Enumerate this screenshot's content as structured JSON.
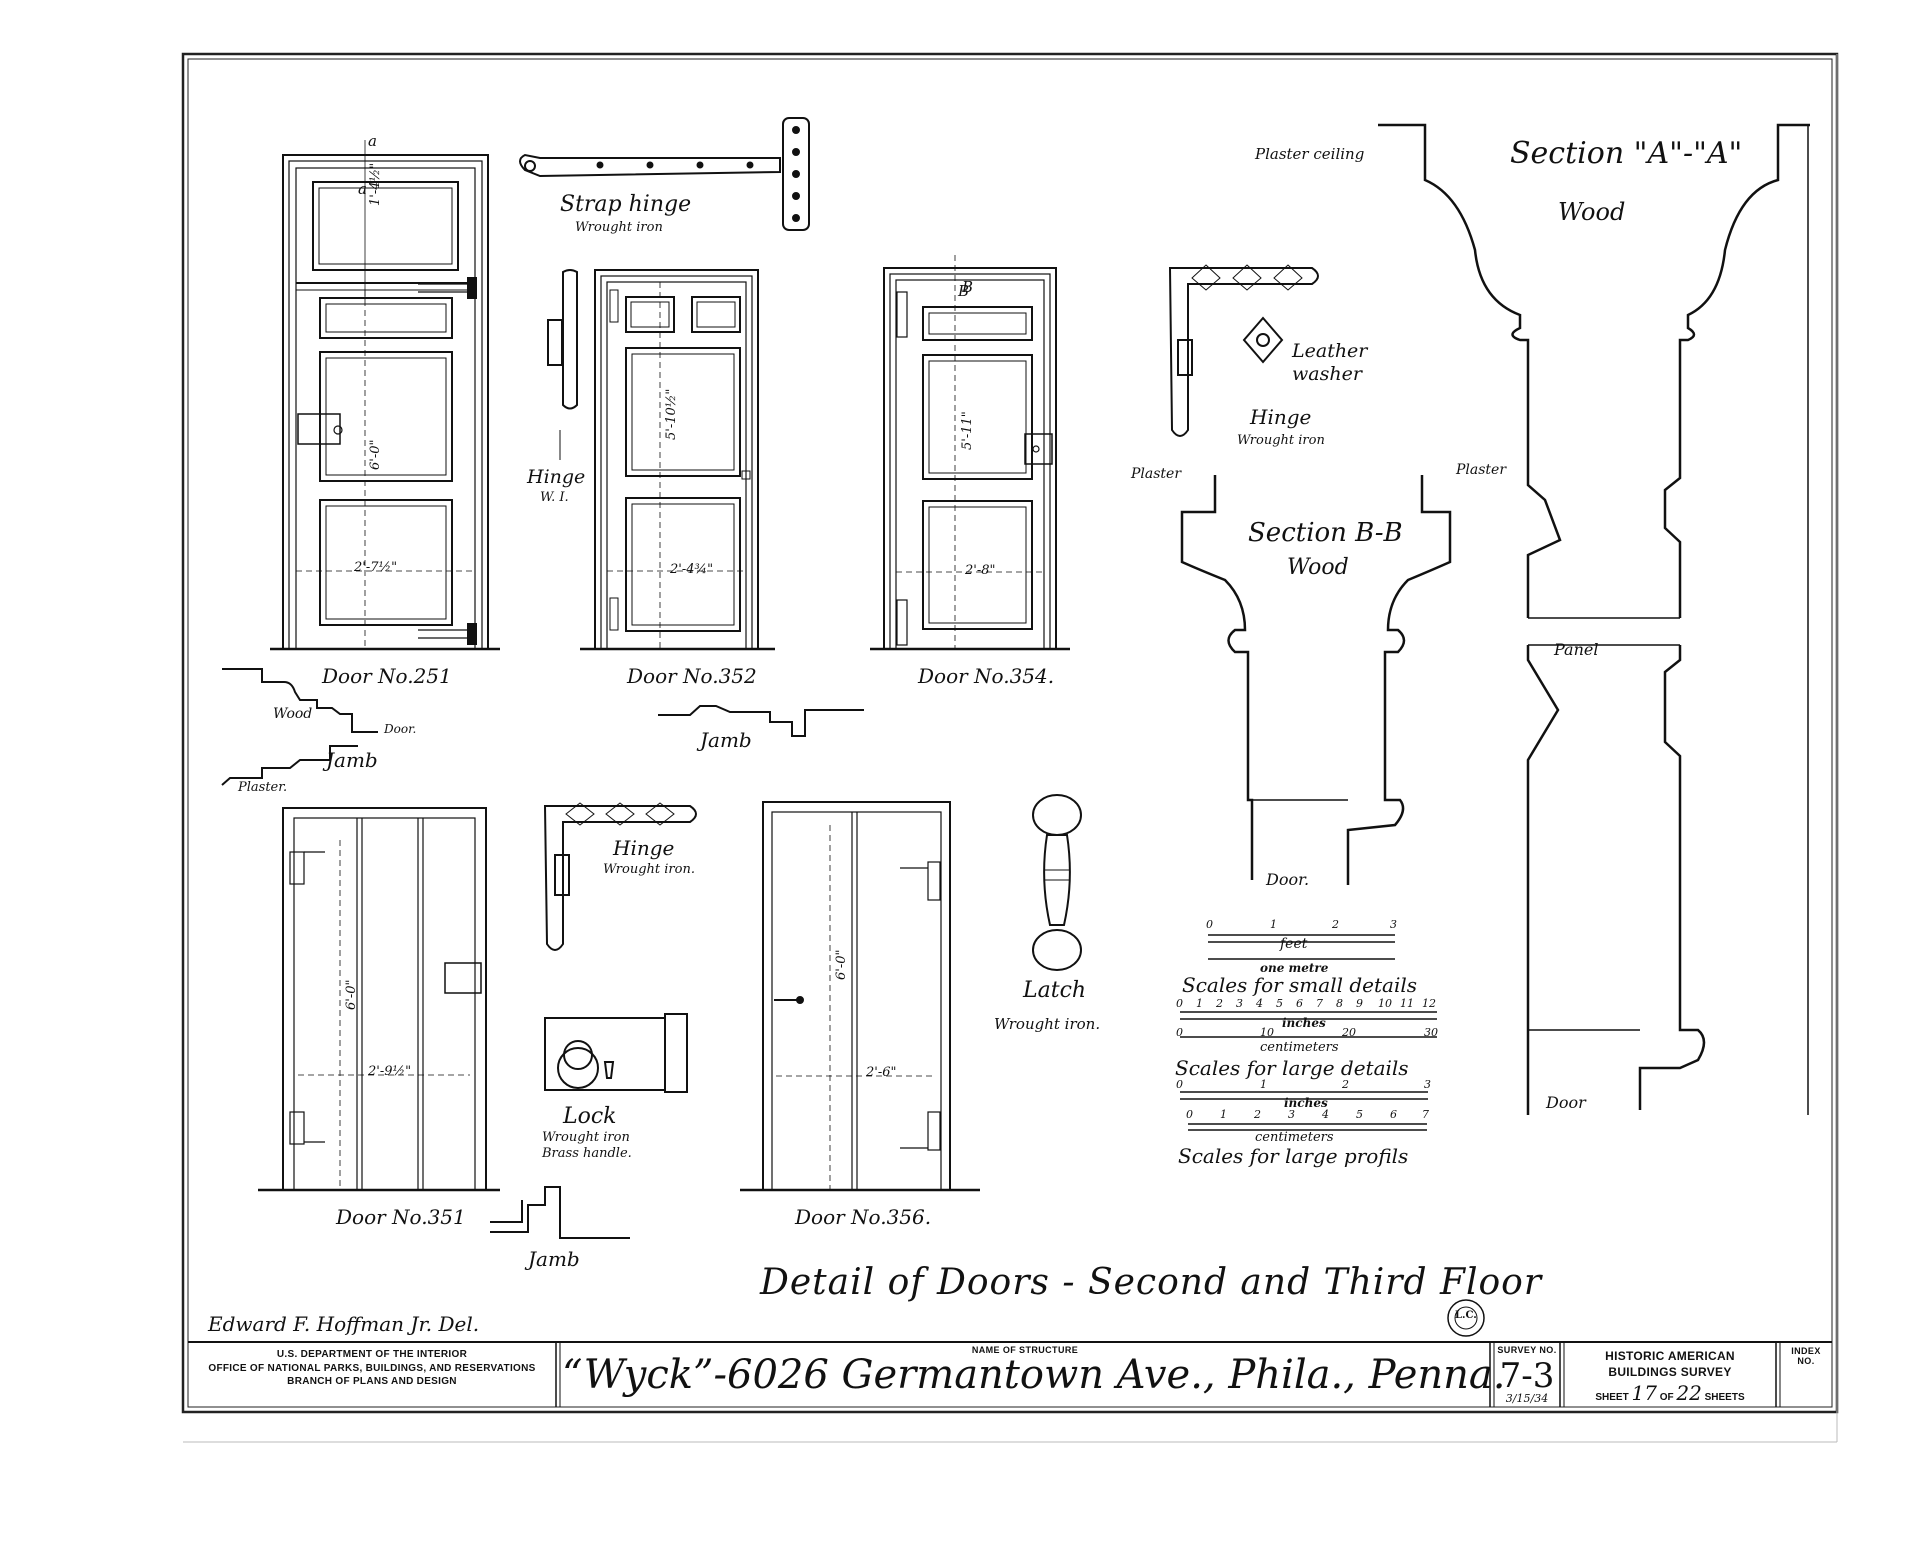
{
  "title_block": {
    "department": [
      "U.S. DEPARTMENT OF THE INTERIOR",
      "OFFICE OF NATIONAL PARKS, BUILDINGS, AND RESERVATIONS",
      "BRANCH OF PLANS AND DESIGN"
    ],
    "name_of_structure_label": "NAME OF STRUCTURE",
    "structure_name": "“Wyck”-6026 Germantown Ave., Phila., Penna.",
    "survey_no_label": "SURVEY NO.",
    "survey_no": "7-3",
    "date": "3/15/34",
    "survey_title": [
      "HISTORIC AMERICAN",
      "BUILDINGS SURVEY"
    ],
    "sheet_prefix": "SHEET",
    "sheet_no": "17",
    "sheet_of": "OF",
    "sheet_total": "22",
    "sheet_suffix": "SHEETS",
    "index_no_label": "INDEX NO."
  },
  "drawing_title": "Detail of Doors - Second and Third Floor",
  "delineator": "Edward F. Hoffman Jr. Del.",
  "stamp": "L.C.",
  "doors": [
    {
      "label": "Door No.251",
      "width": "2'-7½\"",
      "height": "6'-0\"",
      "transom": "1'-4½\""
    },
    {
      "label": "Door No.352",
      "width": "2'-4¾\"",
      "height": "5'-10½\""
    },
    {
      "label": "Door No.354.",
      "width": "2'-8\"",
      "height": "5'-11\""
    },
    {
      "label": "Door No.351",
      "width": "2'-9½\"",
      "height": "6'-0\""
    },
    {
      "label": "Door No.356.",
      "width": "2'-6\"",
      "height": "6'-0\""
    }
  ],
  "section_marks": {
    "a_top": "a",
    "a_low": "a",
    "b_top": "B",
    "b_low": "B"
  },
  "hardware": {
    "strap_hinge": "Strap hinge",
    "strap_hinge_material": "Wrought iron",
    "hinge_wi": "Hinge",
    "hinge_wi_note": "W. I.",
    "leather_washer": "Leather",
    "leather_washer_2": "washer",
    "hinge_upper": "Hinge",
    "hinge_upper_material": "Wrought iron",
    "hinge_lower": "Hinge",
    "hinge_lower_material": "Wrought iron.",
    "lock": "Lock",
    "lock_material": "Wrought iron",
    "lock_handle": "Brass handle.",
    "latch": "Latch",
    "latch_material": "Wrought iron."
  },
  "profiles": {
    "wood": "Wood",
    "door": "Door.",
    "jamb": "Jamb",
    "plaster": "Plaster.",
    "jamb_352": "Jamb",
    "jamb_351": "Jamb"
  },
  "sections": {
    "aa_title": "Section \"A\"-\"A\"",
    "aa_material": "Wood",
    "plaster_ceiling": "Plaster ceiling",
    "bb_title": "Section B-B",
    "bb_material": "Wood",
    "plaster_left": "Plaster",
    "plaster_right": "Plaster",
    "panel": "Panel",
    "door_bb": "Door.",
    "door_aa": "Door"
  },
  "scales": {
    "feet_ticks": [
      "0",
      "1",
      "2",
      "3"
    ],
    "feet_label": "feet",
    "metre_label": "one metre",
    "small_title": "Scales for small details",
    "inch_ticks": [
      "0",
      "1",
      "2",
      "3",
      "4",
      "5",
      "6",
      "7",
      "8",
      "9",
      "10",
      "11",
      "12"
    ],
    "inches_label": "inches",
    "cm_ticks": [
      "0",
      "10",
      "20",
      "30"
    ],
    "cm_label": "centimeters",
    "large_title": "Scales for large details",
    "large_inch_ticks": [
      "0",
      "1",
      "2",
      "3"
    ],
    "large_inches_label": "inches",
    "large_cm_ticks": [
      "0",
      "1",
      "2",
      "3",
      "4",
      "5",
      "6",
      "7"
    ],
    "large_cm_label": "centimeters",
    "profile_title": "Scales for large profils"
  }
}
